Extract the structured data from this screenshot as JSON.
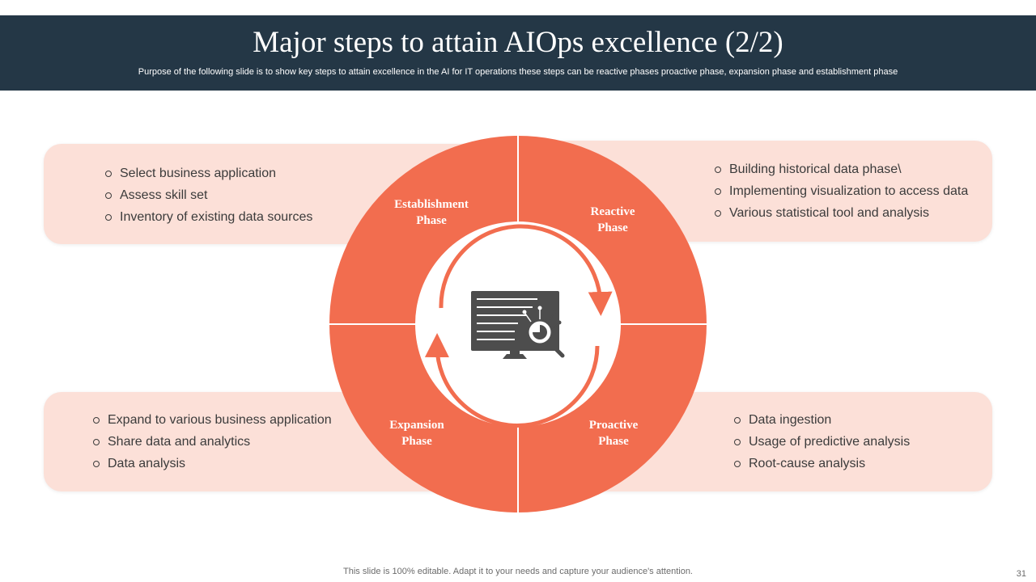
{
  "header": {
    "title": "Major steps to attain AIOps excellence (2/2)",
    "subtitle": "Purpose of the following slide is to show key steps to attain excellence in the AI for IT operations these steps can be reactive phases proactive phase, expansion phase and establishment phase"
  },
  "phases": {
    "establishment": {
      "label": "Establishment\nPhase",
      "items": [
        "Select business application",
        "Assess skill set",
        "Inventory  of existing data sources"
      ]
    },
    "reactive": {
      "label": "Reactive\nPhase",
      "items": [
        "Building historical data phase\\",
        "Implementing  visualization to access data",
        "Various statistical tool and analysis"
      ]
    },
    "expansion": {
      "label": "Expansion\nPhase",
      "items": [
        "Expand to various business application",
        "Share data and analytics",
        "Data analysis"
      ]
    },
    "proactive": {
      "label": "Proactive\nPhase",
      "items": [
        "Data ingestion",
        "Usage of predictive analysis",
        "Root-cause analysis"
      ]
    }
  },
  "center_icon": "monitor-analytics-icon",
  "colors": {
    "header_bg": "#243746",
    "accent": "#f26d4f",
    "box_bg": "#fce0d8",
    "icon": "#4d4d4d"
  },
  "footer": {
    "note": "This slide is 100% editable. Adapt it to your needs and capture your audience's attention.",
    "page_number": "31"
  }
}
